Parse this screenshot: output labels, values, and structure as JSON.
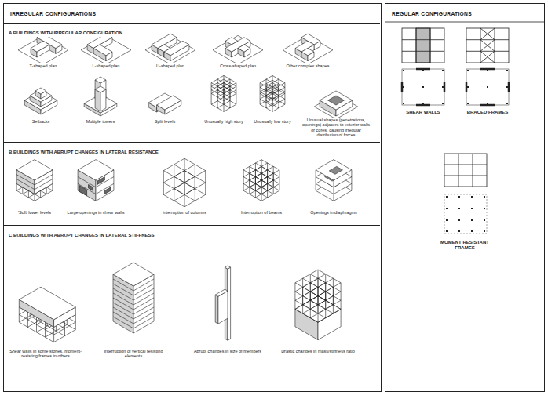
{
  "diagram": {
    "nodes": [
      {
        "text": [
          "IRREGULAR CONFIGURATIONS"
        ]
      },
      {
        "text": [
          "A BUILDINGS WITH IRREGULAR CONFIGURATION"
        ],
        "in": 0
      },
      {
        "text": [
          "B BUILDINGS WITH ABRUPT CHANGES IN LATERAL RESISTANCE"
        ],
        "in": 0
      },
      {
        "text": [
          "C BUILDINGS WITH ABRUPT CHANGES IN LATERAL STIFFNESS"
        ],
        "in": 0
      },
      {
        "text": [
          "REGULAR CONFIGURATIONS"
        ]
      }
    ],
    "labels": [
      "T-shaped plan",
      "L-shaped plan",
      "U-shaped plan",
      "Cross-shaped plan",
      "Other complex shapes",
      "Setbacks",
      "Multiple towers",
      "Split levels",
      "Unusually high story",
      "Unusually low story",
      "Unusual shapes (penetrations, openings) adjacent to exterior walls or cores, causing irregular distribution of forces",
      "'Soft' lower levels",
      "Large openings in shear walls",
      "Interruption of columns",
      "Interruption of beams",
      "Openings in diaphragms",
      "Shear walls in some stories, moment-resisting frames in others",
      "Interruption of vertical resisting elements",
      "Abrupt changes in size of members",
      "Drastic changes in mass/stiffness ratio",
      "SHEAR WALLS",
      "BRACED FRAMES",
      "MOMENT RESISTANT FRAMES"
    ]
  }
}
